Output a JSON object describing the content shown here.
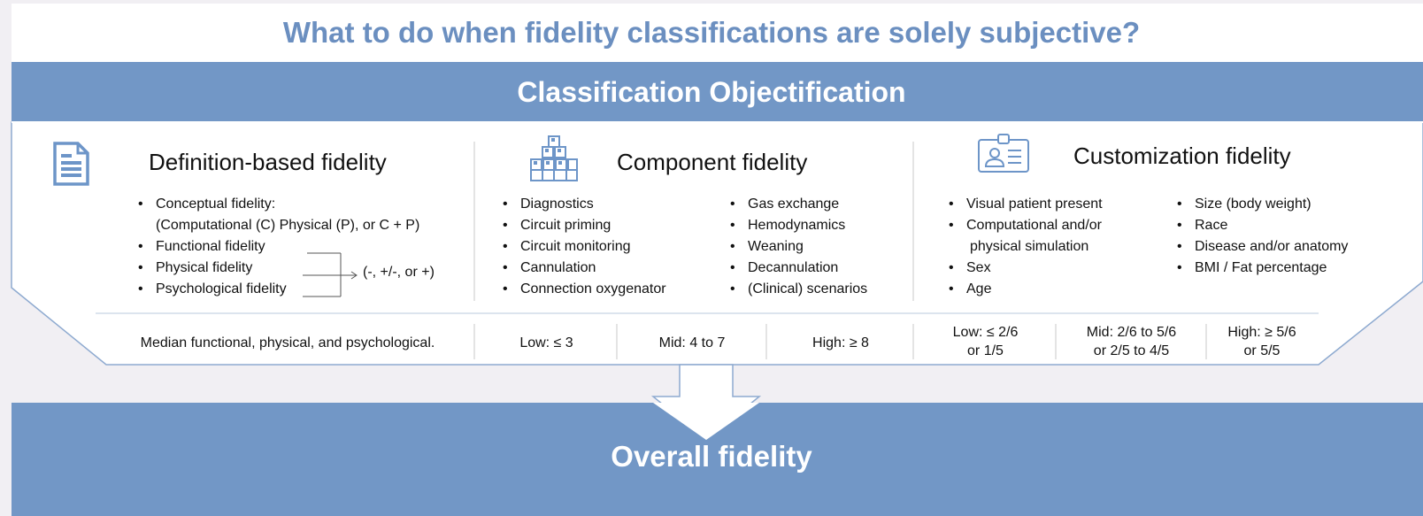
{
  "title": "What to do when fidelity classifications are solely subjective?",
  "section_title": "Classification Objectification",
  "overall_label": "Overall fidelity",
  "colors": {
    "accent_blue": "#7297c6",
    "title_blue": "#6b8fc0",
    "icon_blue": "#6d95c8",
    "panel_bg": "#ffffff",
    "page_bg": "#f1eff3"
  },
  "columns": [
    {
      "heading": "Definition-based fidelity",
      "icon": "document-icon",
      "items": [
        {
          "text": "Conceptual fidelity:",
          "bullet": true
        },
        {
          "text": "(Computational (C) Physical (P), or C + P)",
          "bullet": false
        },
        {
          "text": "Functional fidelity",
          "bullet": true
        },
        {
          "text": "Physical fidelity",
          "bullet": true
        },
        {
          "text": "Psychological fidelity",
          "bullet": true
        }
      ],
      "scale_note": "(-, +/-, or +)",
      "criteria": [
        "Median functional, physical, and psychological."
      ]
    },
    {
      "heading": "Component fidelity",
      "icon": "boxes-icon",
      "items_left": [
        "Diagnostics",
        "Circuit priming",
        "Circuit monitoring",
        "Cannulation",
        "Connection oxygenator"
      ],
      "items_right": [
        "Gas exchange",
        "Hemodynamics",
        "Weaning",
        "Decannulation",
        "(Clinical) scenarios"
      ],
      "criteria": [
        "Low: ≤ 3",
        "Mid: 4 to 7",
        "High: ≥ 8"
      ]
    },
    {
      "heading": "Customization fidelity",
      "icon": "id-card-icon",
      "items_left": [
        {
          "text": "Visual patient present",
          "bullet": true
        },
        {
          "text": "Computational and/or",
          "bullet": true
        },
        {
          "text": "physical simulation",
          "bullet": false
        },
        {
          "text": "Sex",
          "bullet": true
        },
        {
          "text": "Age",
          "bullet": true
        }
      ],
      "items_right": [
        "Size (body weight)",
        "Race",
        "Disease and/or anatomy",
        "BMI / Fat percentage"
      ],
      "criteria": [
        {
          "line1": "Low: ≤ 2/6",
          "line2": "or  1/5"
        },
        {
          "line1": "Mid: 2/6 to 5/6",
          "line2": "or 2/5 to 4/5"
        },
        {
          "line1": "High: ≥ 5/6",
          "line2": "or 5/5"
        }
      ]
    }
  ]
}
